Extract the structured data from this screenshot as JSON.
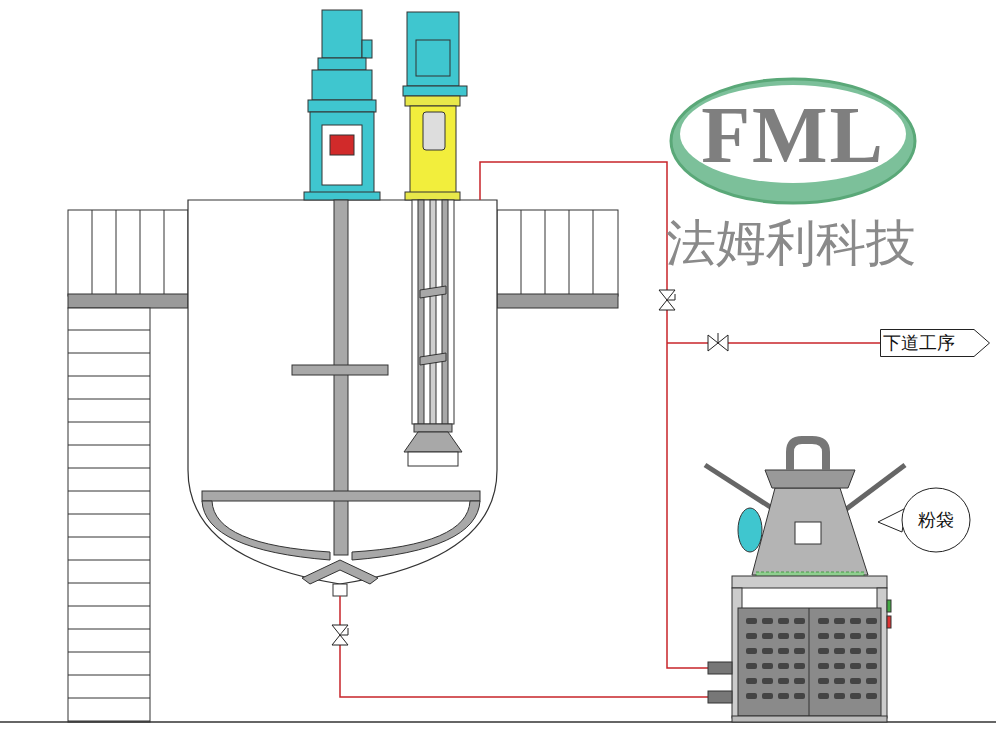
{
  "diagram": {
    "nodes": [
      {
        "text": [
          "FML"
        ]
      },
      {
        "text": [
          "下道工序"
        ]
      },
      {
        "text": [
          "粉袋"
        ]
      }
    ],
    "labels": [
      "法姆利科技"
    ]
  }
}
